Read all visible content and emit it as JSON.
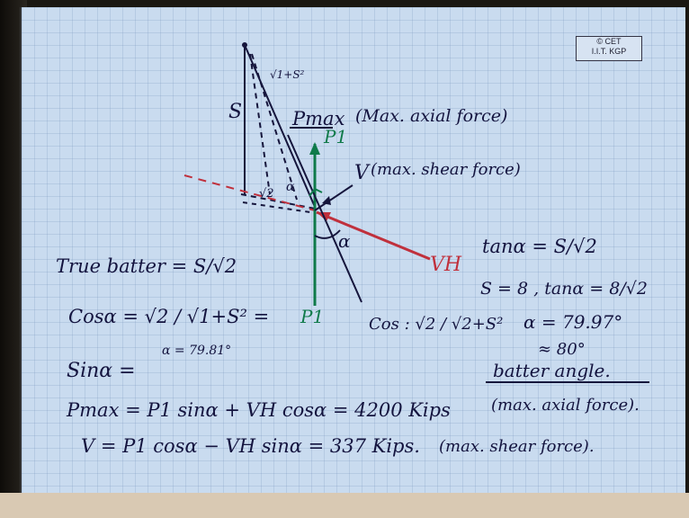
{
  "logo": {
    "line1": "© CET",
    "line2": "I.I.T. KGP"
  },
  "diagram": {
    "label_s": "S",
    "label_root": "√1+S²",
    "label_pmax": "Pmax",
    "label_p1_top": "P1",
    "label_v": "V",
    "label_root2": "√2",
    "label_alpha_small": "α",
    "label_alpha": "α",
    "label_vh": "VH",
    "label_p1_bottom": "P1",
    "note_axial": "(Max. axial force)",
    "note_shear": "(max. shear force)"
  },
  "left_notes": {
    "true_batter": "True batter = S/√2",
    "cos_alpha": "Cosα = √2 / √1+S² =",
    "alpha_value": "α = 79.81°",
    "sin_alpha": "Sinα ="
  },
  "right_notes": {
    "tan_alpha": "tanα = S/√2",
    "s_eq": "S = 8 ,  tanα = 8/√2",
    "cos_ratio": "Cos : √2 / √2+S²",
    "alpha_calc": "α = 79.97°",
    "approx": "≈ 80°",
    "batter_angle": "batter angle.",
    "max_axial": "(max. axial force)."
  },
  "equations": {
    "pmax": "Pmax = P1 sinα + VH cosα = 4200 Kips",
    "v": "V = P1 cosα − VH sinα = 337 Kips.",
    "max_shear": "(max. shear force)."
  }
}
